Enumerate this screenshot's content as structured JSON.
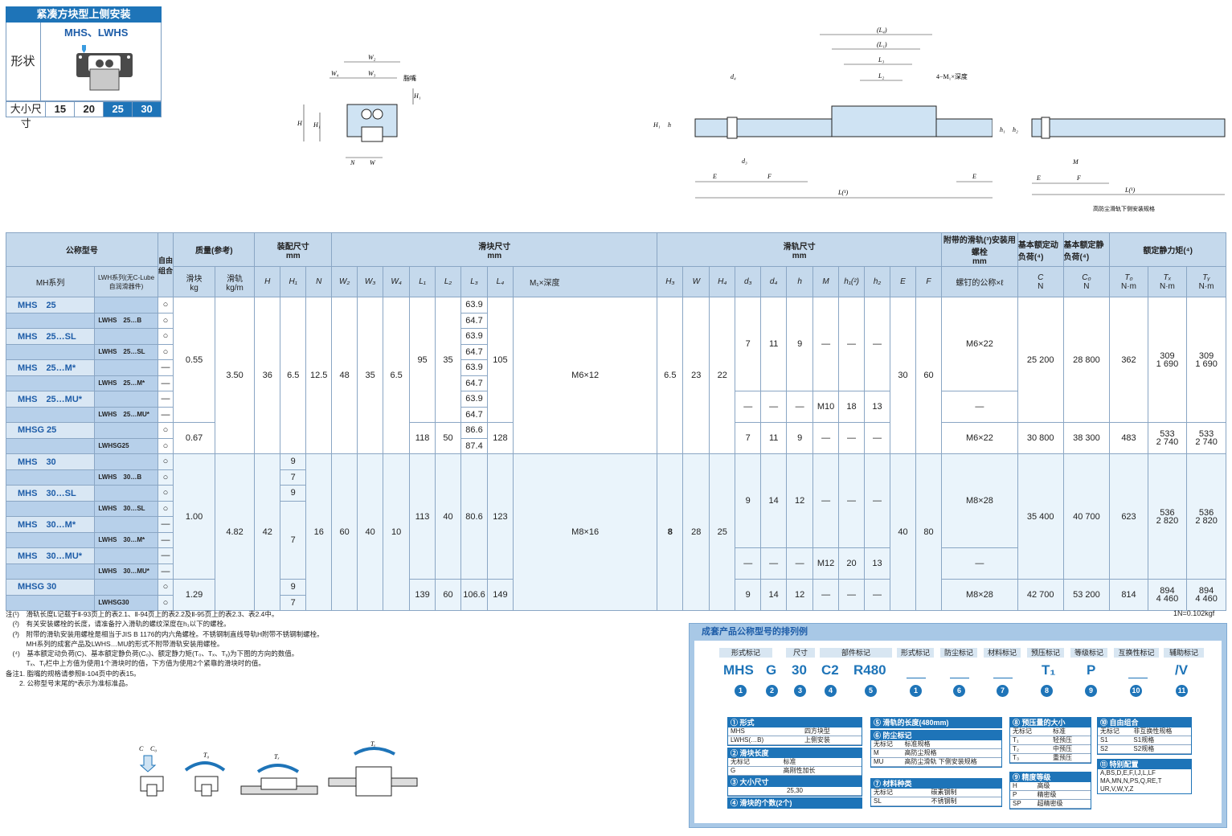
{
  "header": {
    "title": "紧凑方块型上侧安装",
    "shape_label": "形状",
    "series": "MHS、LWHS",
    "size_label": "大小尺寸",
    "sizes": [
      "15",
      "20",
      "25",
      "30"
    ],
    "active_sizes": [
      "25",
      "30"
    ]
  },
  "drawing_labels": {
    "left": {
      "W2": "W₂",
      "W4": "W₄",
      "W3": "W₃",
      "grease": "脂嘴",
      "H1_top": "H₁",
      "H": "H",
      "H1": "H₁",
      "N": "N",
      "W": "W"
    },
    "middle": {
      "L4": "(L₄)",
      "L1": "(L₁)",
      "L3": "L₃",
      "L2": "L₂",
      "mount": "4−M₁×深度",
      "d4": "d₄",
      "H1": "H₁",
      "h": "h",
      "d3": "d₃",
      "E1": "E",
      "F": "F",
      "E2": "E",
      "L": "L(¹)"
    },
    "right": {
      "h1": "h₁",
      "h2": "h₂",
      "M": "M",
      "E": "E",
      "F": "F",
      "L": "L(¹)",
      "caption": "高防尘滑轨下侧安装规格"
    }
  },
  "table": {
    "h": {
      "model": "公称型号",
      "self": "自由组合",
      "mass": "质量(参考)",
      "assembly": "装配尺寸",
      "mm": "mm",
      "block": "滑块尺寸",
      "rail": "滑轨尺寸",
      "bolt": "附带的滑轨(³)安装用螺栓",
      "bolt_mm": "mm",
      "c": "基本额定动负荷(⁴)",
      "c0": "基本额定静负荷(⁴)",
      "moment": "额定静力矩(⁴)",
      "mh": "MH系列",
      "lwh": "LWH系列(无C-Lube自润滑器件)",
      "mass_block": "滑块",
      "kg": "kg",
      "mass_rail": "滑轨",
      "kgm": "kg/m",
      "H": "H",
      "H1": "H₁",
      "N": "N",
      "W2": "W₂",
      "W3": "W₃",
      "W4": "W₄",
      "L1": "L₁",
      "L2": "L₂",
      "L3": "L₃",
      "L4": "L₄",
      "M1": "M₁×深度",
      "H3": "H₃",
      "W": "W",
      "H4": "H₄",
      "d3": "d₃",
      "d4": "d₄",
      "hh": "h",
      "M": "M",
      "h1": "h₁(²)",
      "h2": "h₂",
      "E": "E",
      "F": "F",
      "boltsize": "螺钉的公称×ℓ",
      "Csym": "C",
      "C0sym": "C₀",
      "T0": "T₀",
      "TX": "Tₓ",
      "TY": "Tᵧ",
      "N_unit": "N",
      "N_unit2": "N",
      "Nm1": "N·m",
      "Nm2": "N·m",
      "Nm3": "N·m"
    },
    "g25": {
      "rows": [
        {
          "mh": "MHS　25",
          "lwh": "LWHS　25…B",
          "self1": "○",
          "self2": "○",
          "l3a": "63.9",
          "l3b": "64.7"
        },
        {
          "mh": "MHS　25…SL",
          "lwh": "LWHS　25…SL",
          "self1": "○",
          "self2": "○",
          "l3a": "63.9",
          "l3b": "64.7"
        },
        {
          "mh": "MHS　25…M*",
          "lwh": "LWHS　25…M*",
          "self1": "—",
          "self2": "—",
          "l3a": "63.9",
          "l3b": "64.7"
        },
        {
          "mh": "MHS　25…MU*",
          "lwh": "LWHS　25…MU*",
          "self1": "—",
          "self2": "—",
          "l3a": "63.9",
          "l3b": "64.7"
        },
        {
          "mh": "MHSG 25",
          "lwh": "LWHSG25",
          "self1": "○",
          "self2": "○",
          "l3a": "86.6",
          "l3b": "87.4"
        }
      ],
      "mass_a": "0.55",
      "mass_b": "0.67",
      "rail_mass": "3.50",
      "H": "36",
      "H1": "6.5",
      "N": "12.5",
      "W2": "48",
      "W3": "35",
      "W4": "6.5",
      "L1a": "95",
      "L2a": "35",
      "L4a": "105",
      "L1b": "118",
      "L2b": "50",
      "L4b": "128",
      "M1": "M6×12",
      "H3": "6.5",
      "W": "23",
      "H4": "22",
      "d3": "7",
      "d4": "11",
      "h": "9",
      "M": "—",
      "h1": "—",
      "h2": "—",
      "d3u": "—",
      "d4u": "—",
      "hu": "—",
      "Mu": "M10",
      "h1u": "18",
      "h2u": "13",
      "d3g": "7",
      "d4g": "11",
      "hg": "9",
      "Mg": "—",
      "h1g": "—",
      "h2g": "—",
      "E": "30",
      "F": "60",
      "bolt": "M6×22",
      "bolt_u": "—",
      "bolt_g": "M6×22",
      "C": "25 200",
      "C0": "28 800",
      "T0": "362",
      "TX1": "309",
      "TX2": "1 690",
      "TY1": "309",
      "TY2": "1 690",
      "Cg": "30 800",
      "C0g": "38 300",
      "T0g": "483",
      "TXg1": "533",
      "TXg2": "2 740",
      "TYg1": "533",
      "TYg2": "2 740"
    },
    "g30": {
      "rows": [
        {
          "mh": "MHS　30",
          "lwh": "LWHS　30…B",
          "self1": "○",
          "self2": "○",
          "h1a": "9",
          "h1b": "7"
        },
        {
          "mh": "MHS　30…SL",
          "lwh": "LWHS　30…SL",
          "self1": "○",
          "self2": "○",
          "h1a": "9",
          "h1b": ""
        },
        {
          "mh": "MHS　30…M*",
          "lwh": "LWHS　30…M*",
          "self1": "—",
          "self2": "—",
          "h1a": "",
          "h1b": ""
        },
        {
          "mh": "MHS　30…MU*",
          "lwh": "LWHS　30…MU*",
          "self1": "—",
          "self2": "—",
          "h1a": "",
          "h1b": ""
        },
        {
          "mh": "MHSG 30",
          "lwh": "LWHSG30",
          "self1": "○",
          "self2": "○",
          "h1a": "9",
          "h1b": "7"
        }
      ],
      "H1_mid": "7",
      "mass_a": "1.00",
      "mass_b": "1.29",
      "rail_mass": "4.82",
      "H": "42",
      "N": "16",
      "W2": "60",
      "W3": "40",
      "W4": "10",
      "L1a": "113",
      "L2a": "40",
      "L3a": "80.6",
      "L4a": "123",
      "L1b": "139",
      "L2b": "60",
      "L3b": "106.6",
      "L4b": "149",
      "M1": "M8×16",
      "H3": "8",
      "W": "28",
      "H4": "25",
      "d3": "9",
      "d4": "14",
      "h": "12",
      "M": "—",
      "h1": "—",
      "h2": "—",
      "d3u": "—",
      "d4u": "—",
      "hu": "—",
      "Mu": "M12",
      "h1u": "20",
      "h2u": "13",
      "d3g": "9",
      "d4g": "14",
      "hg": "12",
      "Mg": "—",
      "h1g": "—",
      "h2g": "—",
      "E": "40",
      "F": "80",
      "bolt": "M8×28",
      "bolt_u": "—",
      "bolt_g": "M8×28",
      "C": "35 400",
      "C0": "40 700",
      "T0": "623",
      "TX1": "536",
      "TX2": "2 820",
      "TY1": "536",
      "TY2": "2 820",
      "Cg": "42 700",
      "C0g": "53 200",
      "T0g": "814",
      "TXg1": "894",
      "TXg2": "4 460",
      "TYg1": "894",
      "TYg2": "4 460"
    }
  },
  "notes": [
    "注(¹)　滑轨长度L记载于Ⅱ-93页上的表2.1、Ⅱ-94页上的表2.2及Ⅱ-95页上的表2.3、表2.4中。",
    "　(²)　有关安装螺栓的长度，请准备拧入滑轨的螺纹深度在h₁以下的螺栓。",
    "　(³)　附带的滑轨安装用螺栓是相当于JIS B 1176的内六角螺栓。不锈钢制直线导轨H附带不锈钢制螺栓。",
    "　　　MH系列的成套产品及LWHS…MU的形式不附带滑轨安装用螺栓。",
    "　(⁴)　基本额定动负荷(C)、基本额定静负荷(C₀)、额定静力矩(T₀、Tₓ、Tᵧ)为下图的方向的数值。",
    "　　　Tₓ、Tᵧ栏中上方值为使用1个滑块时的值，下方值为使用2个紧靠的滑块时的值。",
    "备注1. 脂嘴的规格请参照Ⅱ-104页中的表15。",
    "　　2. 公称型号末尾的*表示为准标准品。"
  ],
  "kgf": "1N=0.102kgf",
  "load_diagram": {
    "C": "C",
    "C0": "C₀",
    "T0": "T₀",
    "TX": "Tₓ",
    "TY": "Tᵧ"
  },
  "order": {
    "title": "成套产品公称型号的排列例",
    "captions": [
      "形式标记",
      "尺寸",
      "部件标记",
      "形式标记",
      "防尘标记",
      "材料标记",
      "预压标记",
      "等级标记",
      "互换性标记",
      "辅助标记"
    ],
    "codes": [
      "MHS",
      "G",
      "30",
      "C2",
      "R480",
      "",
      "",
      "",
      "T₁",
      "P",
      "",
      "/V"
    ],
    "numbers": [
      "1",
      "2",
      "3",
      "4",
      "5",
      "1",
      "6",
      "7",
      "8",
      "9",
      "10",
      "11"
    ],
    "legend1": {
      "title": "① 形式",
      "rows": [
        [
          "MHS",
          "四方块型"
        ],
        [
          "LWHS(…B)",
          "上侧安装"
        ]
      ]
    },
    "legend2": {
      "title": "② 滑块长度",
      "rows": [
        [
          "无标记",
          "标准"
        ],
        [
          "G",
          "高刚性加长"
        ]
      ]
    },
    "legend3": {
      "title": "③ 大小尺寸",
      "rows": [
        [
          "25,30",
          ""
        ]
      ]
    },
    "legend4": {
      "title": "④ 滑块的个数(2个)",
      "rows": []
    },
    "legend5": {
      "title": "⑤ 滑轨的长度(480mm)",
      "rows": []
    },
    "legend6": {
      "title": "⑥ 防尘标记",
      "rows": [
        [
          "无标记",
          "标准规格"
        ],
        [
          "M",
          "高防尘规格"
        ],
        [
          "MU",
          "高防尘滑轨 下侧安装规格"
        ]
      ]
    },
    "legend7": {
      "title": "⑦ 材料种类",
      "rows": [
        [
          "无标记",
          "碳素钢制"
        ],
        [
          "SL",
          "不锈钢制"
        ]
      ]
    },
    "legend8": {
      "title": "⑧ 预压量的大小",
      "rows": [
        [
          "无标记",
          "标准"
        ],
        [
          "T₁",
          "轻预压"
        ],
        [
          "T₂",
          "中预压"
        ],
        [
          "T₃",
          "重预压"
        ]
      ]
    },
    "legend9": {
      "title": "⑨ 精度等级",
      "rows": [
        [
          "H",
          "高级"
        ],
        [
          "P",
          "精密级"
        ],
        [
          "SP",
          "超精密级"
        ]
      ]
    },
    "legend10": {
      "title": "⑩ 自由组合",
      "rows": [
        [
          "无标记",
          "非互换性规格"
        ],
        [
          "S1",
          "S1规格"
        ],
        [
          "S2",
          "S2规格"
        ]
      ]
    },
    "legend11": {
      "title": "⑪ 特别配置",
      "rows": [
        [
          "A,BS,D,E,F,I,J,L,LF",
          ""
        ],
        [
          "MA,MN,N,PS,Q,RE,T",
          ""
        ],
        [
          "UR,V,W,Y,Z",
          ""
        ]
      ]
    }
  },
  "colors": {
    "accent": "#1e74b8",
    "table_header": "#c5d9ec",
    "row_alt": "#eaf4fb",
    "panel": "#a8c8e6"
  }
}
